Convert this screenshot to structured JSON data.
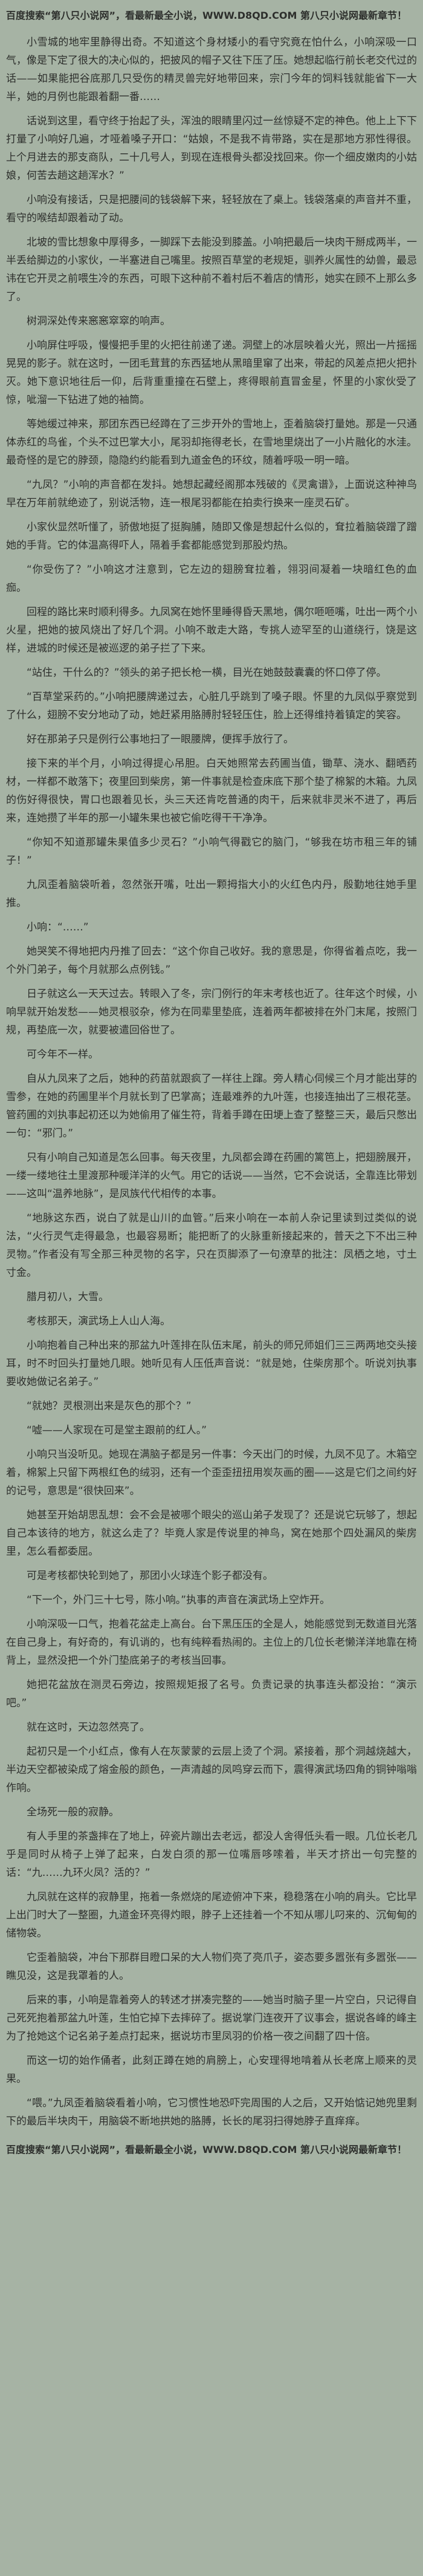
{
  "theme": {
    "background_color": "#a6b3a4",
    "text_color": "#2d2f2c"
  },
  "site": {
    "promo_line": "百度搜索“第八只小说网”，看最新最全小说，WWW.D8QD.COM 第八只小说网最新章节！"
  },
  "novel": {
    "paragraphs": [
      "小雪城的地牢里静得出奇。不知道这个身材矮小的看守究竟在怕什么，小响深吸一口气，像是下定了很大的决心似的，把披风的帽子又往下压了压。她想起临行前长老交代过的话——如果能把谷底那几只受伤的精灵兽完好地带回来，宗门今年的饲料钱就能省下一大半，她的月例也能跟着翻一番……",
      "话说到这里，看守终于抬起了头，浑浊的眼睛里闪过一丝惊疑不定的神色。他上上下下打量了小响好几遍，才哑着嗓子开口：“姑娘，不是我不肯带路，实在是那地方邪性得很。上个月进去的那支商队，二十几号人，到现在连根骨头都没找回来。你一个细皮嫩肉的小姑娘，何苦去趟这趟浑水？”",
      "小响没有接话，只是把腰间的钱袋解下来，轻轻放在了桌上。钱袋落桌的声音并不重，看守的喉结却跟着动了动。",
      "北坡的雪比想象中厚得多，一脚踩下去能没到膝盖。小响把最后一块肉干掰成两半，一半丢给脚边的小家伙，一半塞进自己嘴里。按照百草堂的老规矩，驯养火属性的幼兽，最忌讳在它开灵之前喂生冷的东西，可眼下这种前不着村后不着店的情形，她实在顾不上那么多了。",
      "树洞深处传来窸窸窣窣的响声。",
      "小响屏住呼吸，慢慢把手里的火把往前递了递。洞壁上的冰层映着火光，照出一片摇摇晃晃的影子。就在这时，一团毛茸茸的东西猛地从黑暗里窜了出来，带起的风差点把火把扑灭。她下意识地往后一仰，后背重重撞在石壁上，疼得眼前直冒金星，怀里的小家伙受了惊，呲溜一下钻进了她的袖筒。",
      "等她缓过神来，那团东西已经蹲在了三步开外的雪地上，歪着脑袋打量她。那是一只通体赤红的鸟雀，个头不过巴掌大小，尾羽却拖得老长，在雪地里烧出了一小片融化的水洼。最奇怪的是它的脖颈，隐隐约约能看到九道金色的环纹，随着呼吸一明一暗。",
      "“九凤？”小响的声音都在发抖。她想起藏经阁那本残破的《灵禽谱》，上面说这种神鸟早在万年前就绝迹了，别说活物，连一根尾羽都能在拍卖行换来一座灵石矿。",
      "小家伙显然听懂了，骄傲地挺了挺胸脯，随即又像是想起什么似的，耷拉着脑袋蹭了蹭她的手背。它的体温高得吓人，隔着手套都能感觉到那股灼热。",
      "“你受伤了？”小响这才注意到，它左边的翅膀耷拉着，翎羽间凝着一块暗红色的血痂。",
      "回程的路比来时顺利得多。九凤窝在她怀里睡得昏天黑地，偶尔咂咂嘴，吐出一两个小火星，把她的披风烧出了好几个洞。小响不敢走大路，专挑人迹罕至的山道绕行，饶是这样，进城的时候还是被巡逻的弟子拦了下来。",
      "“站住，干什么的？”领头的弟子把长枪一横，目光在她鼓鼓囊囊的怀口停了停。",
      "“百草堂采药的。”小响把腰牌递过去，心脏几乎跳到了嗓子眼。怀里的九凤似乎察觉到了什么，翅膀不安分地动了动，她赶紧用胳膊肘轻轻压住，脸上还得维持着镇定的笑容。",
      "好在那弟子只是例行公事地扫了一眼腰牌，便挥手放行了。",
      "接下来的半个月，小响过得提心吊胆。白天她照常去药圃当值，锄草、浇水、翻晒药材，一样都不敢落下；夜里回到柴房，第一件事就是检查床底下那个垫了棉絮的木箱。九凤的伤好得很快，胃口也跟着见长，头三天还肯吃普通的肉干，后来就非灵米不进了，再后来，连她攒了半年的那一小罐朱果也被它偷吃得干干净净。",
      "“你知不知道那罐朱果值多少灵石？”小响气得戳它的脑门，“够我在坊市租三年的铺子！”",
      "九凤歪着脑袋听着，忽然张开嘴，吐出一颗拇指大小的火红色内丹，殷勤地往她手里推。",
      "小响：“……”",
      "她哭笑不得地把内丹推了回去：“这个你自己收好。我的意思是，你得省着点吃，我一个外门弟子，每个月就那么点例钱。”",
      "日子就这么一天天过去。转眼入了冬，宗门例行的年末考核也近了。往年这个时候，小响早就开始发愁——她灵根驳杂，修为在同辈里垫底，连着两年都被排在外门末尾，按照门规，再垫底一次，就要被遣回俗世了。",
      "可今年不一样。",
      "自从九凤来了之后，她种的药苗就跟疯了一样往上蹿。旁人精心伺候三个月才能出芽的雪参，在她的药圃里半个月就长到了巴掌高；连最难养的九叶莲，也接连抽出了三根花茎。管药圃的刘执事起初还以为她偷用了催生符，背着手蹲在田埂上查了整整三天，最后只憋出一句：“邪门。”",
      "只有小响自己知道是怎么回事。每天夜里，九凤都会蹲在药圃的篱笆上，把翅膀展开，一缕一缕地往土里渡那种暖洋洋的火气。用它的话说——当然，它不会说话，全靠连比带划——这叫“温养地脉”，是凤族代代相传的本事。",
      "“地脉这东西，说白了就是山川的血管。”后来小响在一本前人杂记里读到过类似的说法，“火行灵气走得最急，也最容易断；能把断了的火脉重新接起来的，普天之下不出三种灵物。”作者没有写全那三种灵物的名字，只在页脚添了一句潦草的批注：凤栖之地，寸土寸金。",
      "腊月初八，大雪。",
      "考核那天，演武场上人山人海。",
      "小响抱着自己种出来的那盆九叶莲排在队伍末尾，前头的师兄师姐们三三两两地交头接耳，时不时回头打量她几眼。她听见有人压低声音说：“就是她，住柴房那个。听说刘执事要收她做记名弟子。”",
      "“就她？灵根测出来是灰色的那个？”",
      "“嘘——人家现在可是堂主跟前的红人。”",
      "小响只当没听见。她现在满脑子都是另一件事：今天出门的时候，九凤不见了。木箱空着，棉絮上只留下两根红色的绒羽，还有一个歪歪扭扭用炭灰画的圈——这是它们之间约好的记号，意思是“很快回来”。",
      "她甚至开始胡思乱想：会不会是被哪个眼尖的巡山弟子发现了？还是说它玩够了，想起自己本该待的地方，就这么走了？毕竟人家是传说里的神鸟，窝在她那个四处漏风的柴房里，怎么看都委屈。",
      "可是考核都快轮到她了，那团小火球连个影子都没有。",
      "“下一个，外门三十七号，陈小响。”执事的声音在演武场上空炸开。",
      "小响深吸一口气，抱着花盆走上高台。台下黑压压的全是人，她能感觉到无数道目光落在自己身上，有好奇的，有讥诮的，也有纯粹看热闹的。主位上的几位长老懒洋洋地靠在椅背上，显然没把一个外门垫底弟子的考核当回事。",
      "她把花盆放在测灵石旁边，按照规矩报了名号。负责记录的执事连头都没抬：“演示吧。”",
      "就在这时，天边忽然亮了。",
      "起初只是一个小红点，像有人在灰蒙蒙的云层上烫了个洞。紧接着，那个洞越烧越大，半边天空都被染成了熔金般的颜色，一声清越的凤鸣穿云而下，震得演武场四角的铜钟嗡嗡作响。",
      "全场死一般的寂静。",
      "有人手里的茶盏摔在了地上，碎瓷片蹦出去老远，都没人舍得低头看一眼。几位长老几乎是同时从椅子上弹了起来，白发白须的那一位嘴唇哆嗦着，半天才挤出一句完整的话：“九……九环火凤？活的？”",
      "九凤就在这样的寂静里，拖着一条燃烧的尾迹俯冲下来，稳稳落在小响的肩头。它比早上出门时大了一整圈，九道金环亮得灼眼，脖子上还挂着一个不知从哪儿叼来的、沉甸甸的储物袋。",
      "它歪着脑袋，冲台下那群目瞪口呆的大人物们亮了亮爪子，姿态要多嚣张有多嚣张——瞧见没，这是我罩着的人。",
      "后来的事，小响是靠着旁人的转述才拼凑完整的——她当时脑子里一片空白，只记得自己死死抱着那盆九叶莲，生怕它掉下去摔碎了。据说掌门连夜开了议事会，据说各峰的峰主为了抢她这个记名弟子差点打起来，据说坊市里凤羽的价格一夜之间翻了四十倍。",
      "而这一切的始作俑者，此刻正蹲在她的肩膀上，心安理得地啃着从长老席上顺来的灵果。",
      "“喂。”九凤歪着脑袋看着小响，它习惯性地恐吓完周围的人之后，又开始惦记她兜里剩下的最后半块肉干，用脑袋不断地拱她的胳膊，长长的尾羽扫得她脖子直痒痒。"
    ]
  }
}
